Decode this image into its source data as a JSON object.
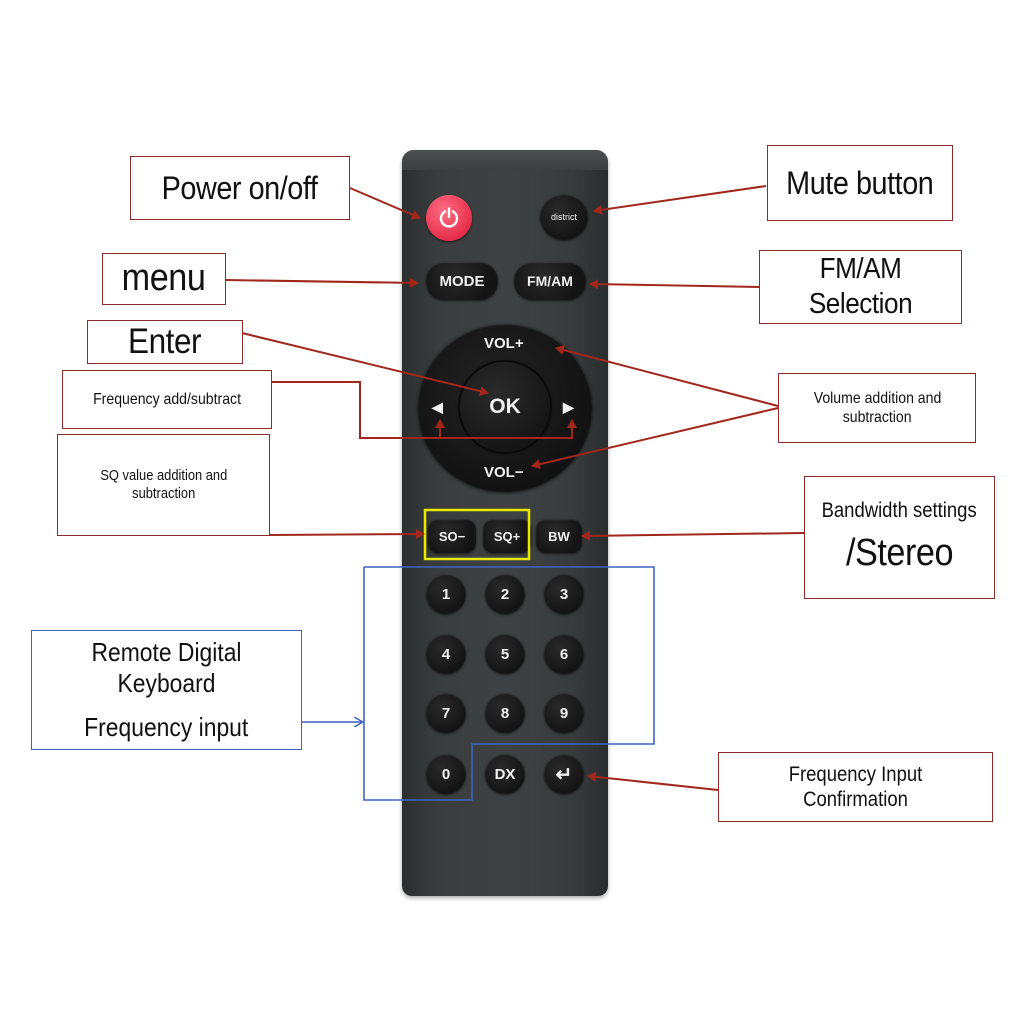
{
  "remote": {
    "buttons": {
      "district": "district",
      "mode": "MODE",
      "fm_am": "FM/AM",
      "vol_up": "VOL+",
      "vol_down": "VOL−",
      "ok": "OK",
      "left": "◀",
      "right": "▶",
      "sq_minus": "SO−",
      "sq_plus": "SQ+",
      "bw": "BW",
      "digits": [
        "1",
        "2",
        "3",
        "4",
        "5",
        "6",
        "7",
        "8",
        "9"
      ],
      "zero": "0",
      "dx": "DX",
      "enter": "↵"
    }
  },
  "labels": {
    "power": "Power on/off",
    "mute": "Mute button",
    "menu": "menu",
    "fm_am_selection": "FM/AM Selection",
    "enter": "Enter",
    "frequency_add_subtract": "Frequency add/subtract",
    "volume_line1": "Volume addition and",
    "volume_line2": "subtraction",
    "sq_line1": "SQ value addition and",
    "sq_line2": "subtraction",
    "bandwidth_line1": "Bandwidth settings",
    "bandwidth_line2": "/Stereo",
    "keyboard_line1": "Remote Digital Keyboard",
    "keyboard_line2": "Frequency input",
    "confirmation": "Frequency Input Confirmation"
  },
  "colors": {
    "arrow": "#a1261c",
    "box_border": "#8e2a2a",
    "blue": "#3f62c4",
    "highlight": "#e8e800",
    "power_button": "#e62e4b"
  }
}
